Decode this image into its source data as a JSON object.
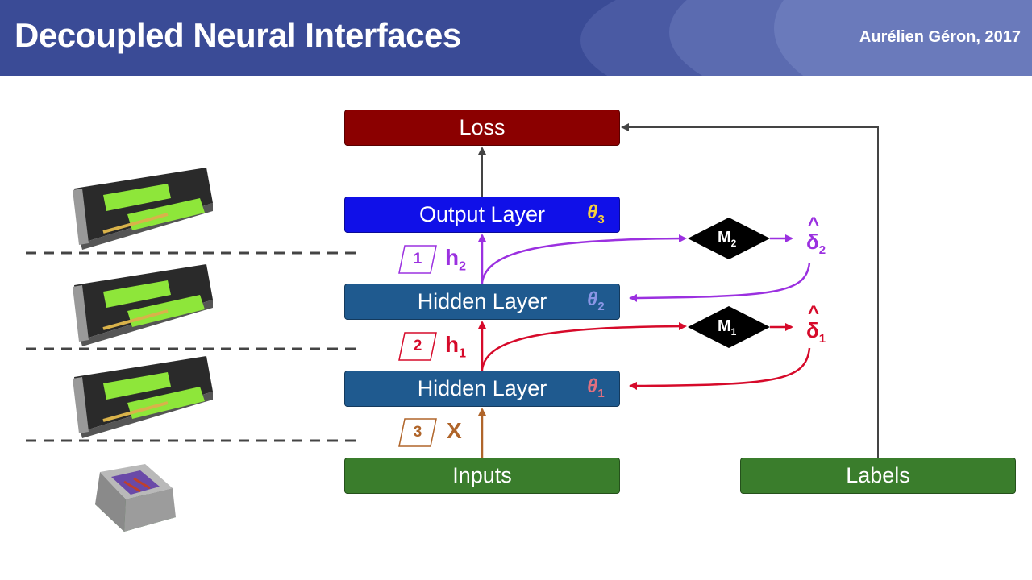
{
  "header": {
    "title": "Decoupled Neural Interfaces",
    "author": "Aurélien Géron, 2017"
  },
  "layers": {
    "loss": "Loss",
    "output": "Output Layer",
    "hidden2": "Hidden Layer",
    "hidden1": "Hidden Layer",
    "inputs": "Inputs",
    "labels": "Labels"
  },
  "params": {
    "theta3": {
      "symbol": "θ",
      "sub": "3"
    },
    "theta2": {
      "symbol": "θ",
      "sub": "2"
    },
    "theta1": {
      "symbol": "θ",
      "sub": "1"
    }
  },
  "activations": {
    "h2": {
      "step": "1",
      "var": "h",
      "sub": "2"
    },
    "h1": {
      "step": "2",
      "var": "h",
      "sub": "1"
    },
    "x": {
      "step": "3",
      "var": "X"
    }
  },
  "modules": {
    "m2": {
      "letter": "M",
      "sub": "2"
    },
    "m1": {
      "letter": "M",
      "sub": "1"
    }
  },
  "synthetic_gradients": {
    "d2": {
      "hat": "^",
      "symbol": "δ",
      "sub": "2"
    },
    "d1": {
      "hat": "^",
      "symbol": "δ",
      "sub": "1"
    }
  },
  "colors": {
    "header": "#3a4b96",
    "loss": "#8b0000",
    "output": "#1010e8",
    "hidden": "#1f5a8f",
    "inputs": "#3a7d2c",
    "purple": "#9b30e0",
    "red": "#d60a2a",
    "brown": "#b0652a",
    "gpu_green": "#8ee63a"
  }
}
